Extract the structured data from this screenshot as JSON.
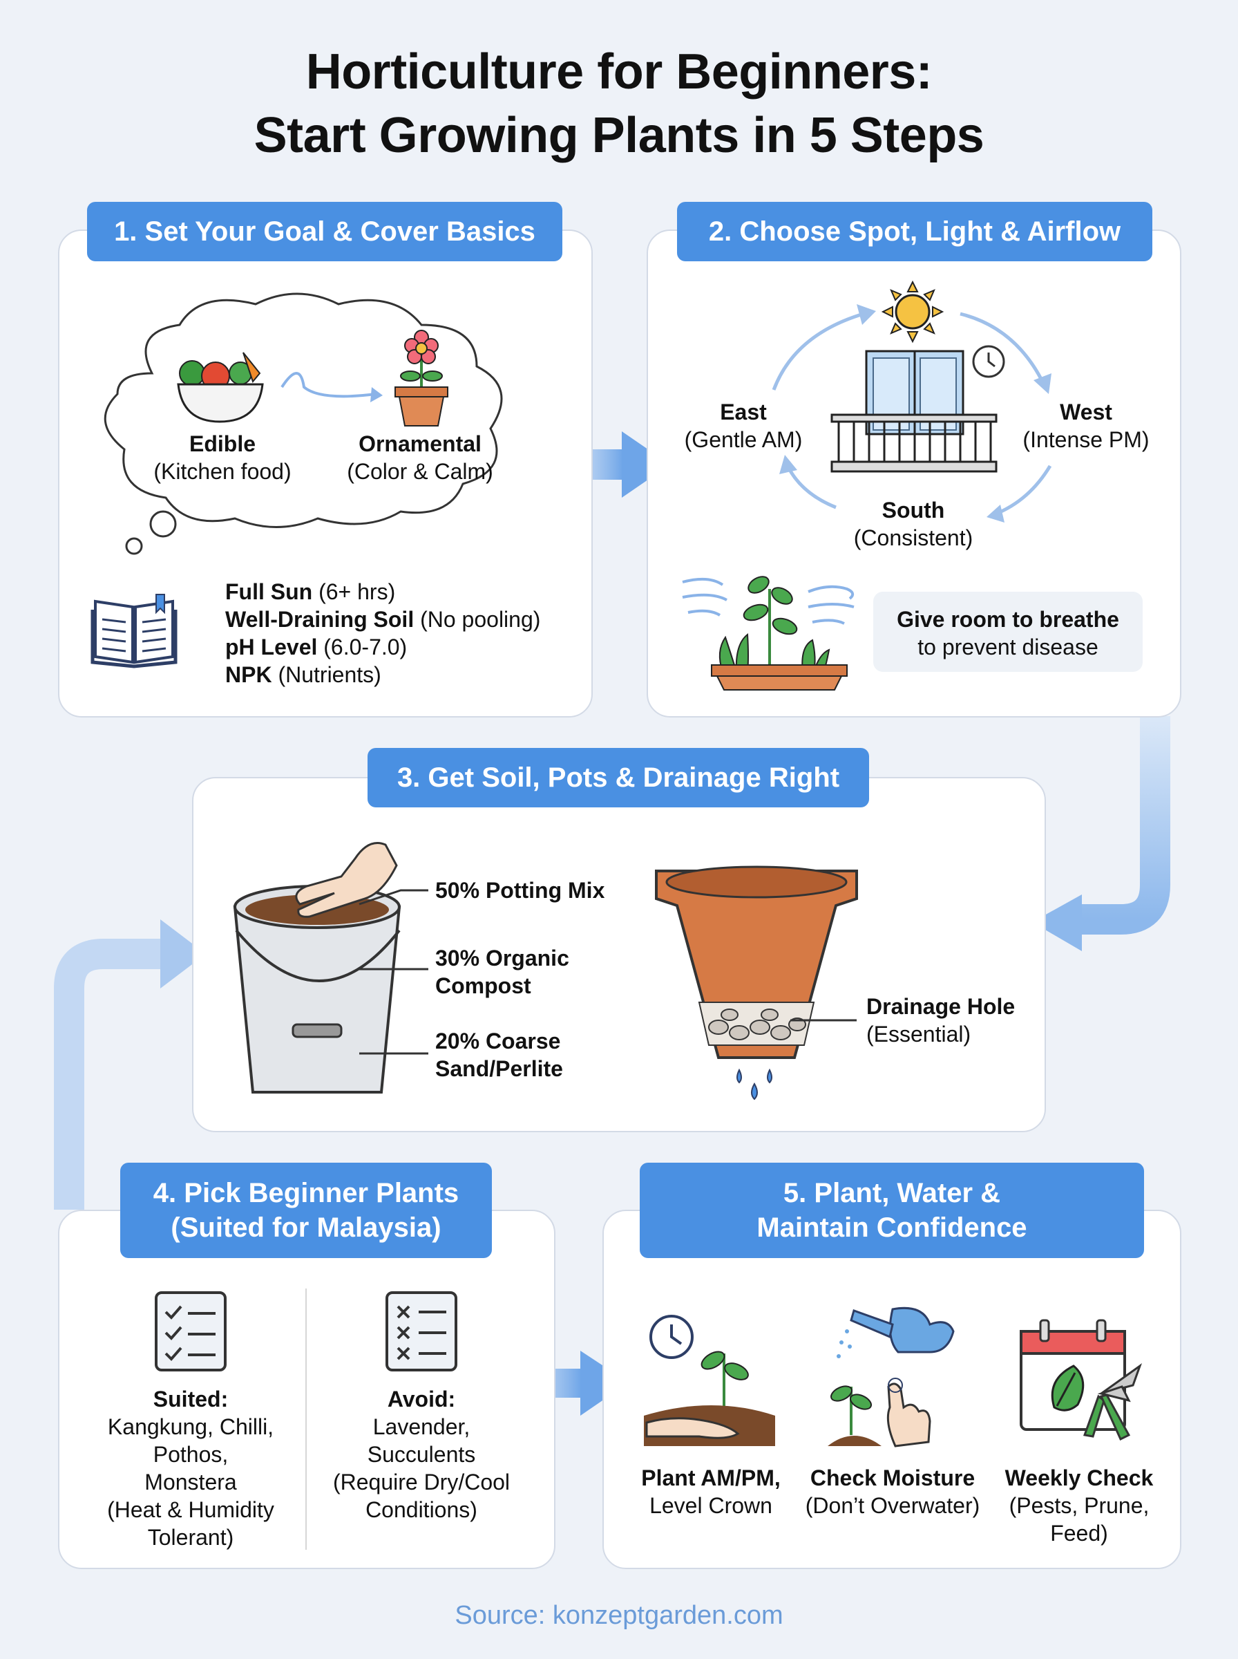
{
  "title": {
    "line1": "Horticulture for Beginners:",
    "line2": "Start Growing Plants in 5 Steps"
  },
  "step1": {
    "header": "1. Set Your Goal & Cover Basics",
    "edible": {
      "label": "Edible",
      "sub": "(Kitchen food)"
    },
    "ornamental": {
      "label": "Ornamental",
      "sub": "(Color & Calm)"
    },
    "basics": [
      {
        "label": "Full Sun",
        "note": "(6+ hrs)"
      },
      {
        "label": "Well-Draining Soil",
        "note": "(No pooling)"
      },
      {
        "label": "pH Level",
        "note": "(6.0-7.0)"
      },
      {
        "label": "NPK",
        "note": "(Nutrients)"
      }
    ]
  },
  "step2": {
    "header": "2. Choose Spot, Light & Airflow",
    "east": {
      "label": "East",
      "sub": "(Gentle AM)"
    },
    "west": {
      "label": "West",
      "sub": "(Intense PM)"
    },
    "south": {
      "label": "South",
      "sub": "(Consistent)"
    },
    "airflow": {
      "line1": "Give room to breathe",
      "line2": "to prevent disease"
    }
  },
  "step3": {
    "header": "3. Get Soil, Pots & Drainage Right",
    "mix": [
      {
        "line1": "50% Potting Mix",
        "line2": ""
      },
      {
        "line1": "30% Organic",
        "line2": "Compost"
      },
      {
        "line1": "20% Coarse",
        "line2": "Sand/Perlite"
      }
    ],
    "drainage": {
      "label": "Drainage Hole",
      "sub": "(Essential)"
    }
  },
  "step4": {
    "header_line1": "4. Pick Beginner Plants",
    "header_line2": "(Suited for Malaysia)",
    "suited": {
      "label": "Suited:",
      "lines": [
        "Kangkung, Chilli,",
        "Pothos,",
        "Monstera",
        "(Heat & Humidity",
        "Tolerant)"
      ]
    },
    "avoid": {
      "label": "Avoid:",
      "lines": [
        "Lavender,",
        "Succulents",
        "(Require Dry/Cool",
        "Conditions)"
      ]
    }
  },
  "step5": {
    "header_line1": "5. Plant, Water &",
    "header_line2": "Maintain Confidence",
    "plant": {
      "label": "Plant AM/PM,",
      "sub": "Level Crown"
    },
    "moisture": {
      "label": "Check Moisture",
      "sub": "(Don’t Overwater)"
    },
    "weekly": {
      "label": "Weekly Check",
      "sub1": "(Pests, Prune,",
      "sub2": "Feed)"
    }
  },
  "source": "Source: konzeptgarden.com",
  "colors": {
    "accent": "#4a90e2",
    "arrow": "#a9c8ef",
    "background": "#eef2f8"
  }
}
